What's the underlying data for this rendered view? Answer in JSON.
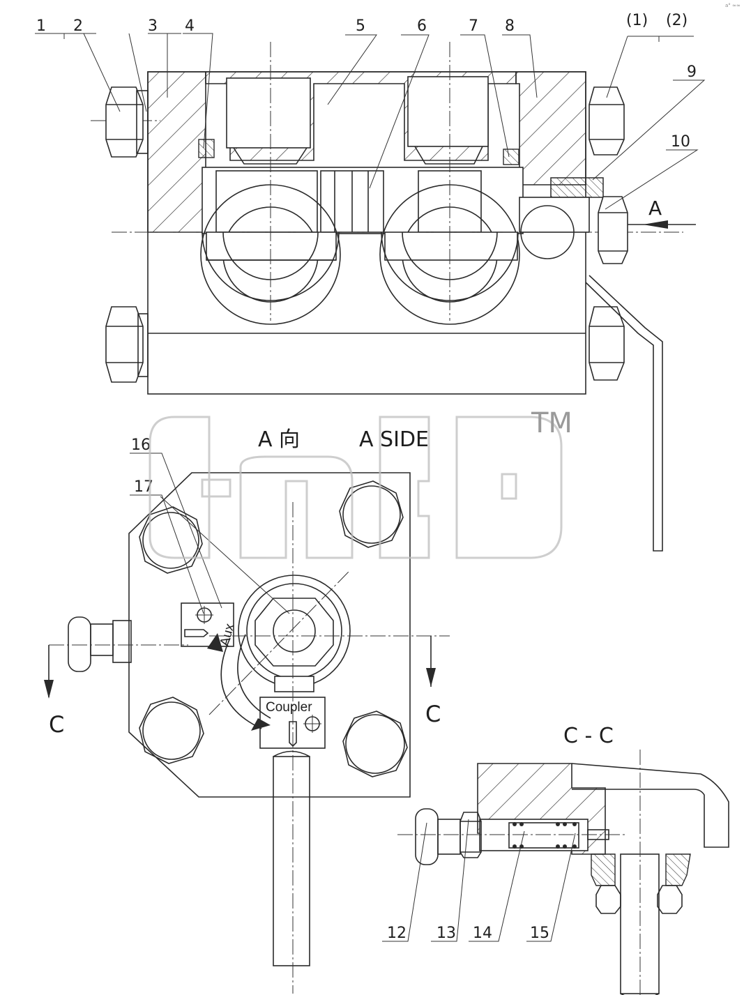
{
  "callouts": {
    "c1": "1",
    "c2": "2",
    "c3": "3",
    "c4": "4",
    "c5": "5",
    "c6": "6",
    "c7": "7",
    "c8": "8",
    "c9": "9",
    "c10": "10",
    "c12": "12",
    "c13": "13",
    "c14": "14",
    "c15": "15",
    "c16": "16",
    "c17": "17",
    "sub1": "(1)",
    "sub2": "(2)"
  },
  "view_labels": {
    "arrow_a": "A",
    "a_view_cn": "A 向",
    "a_view_en": "A SIDE",
    "section_mark_left": "C",
    "section_mark_right": "C",
    "section_title": "C - C"
  },
  "plate": {
    "aux": "Aux",
    "coupler": "Coupler"
  },
  "watermark": {
    "brand": "ᗡᗰᗡ",
    "tm": "TM"
  },
  "corner_mark": "a° ≈≈"
}
